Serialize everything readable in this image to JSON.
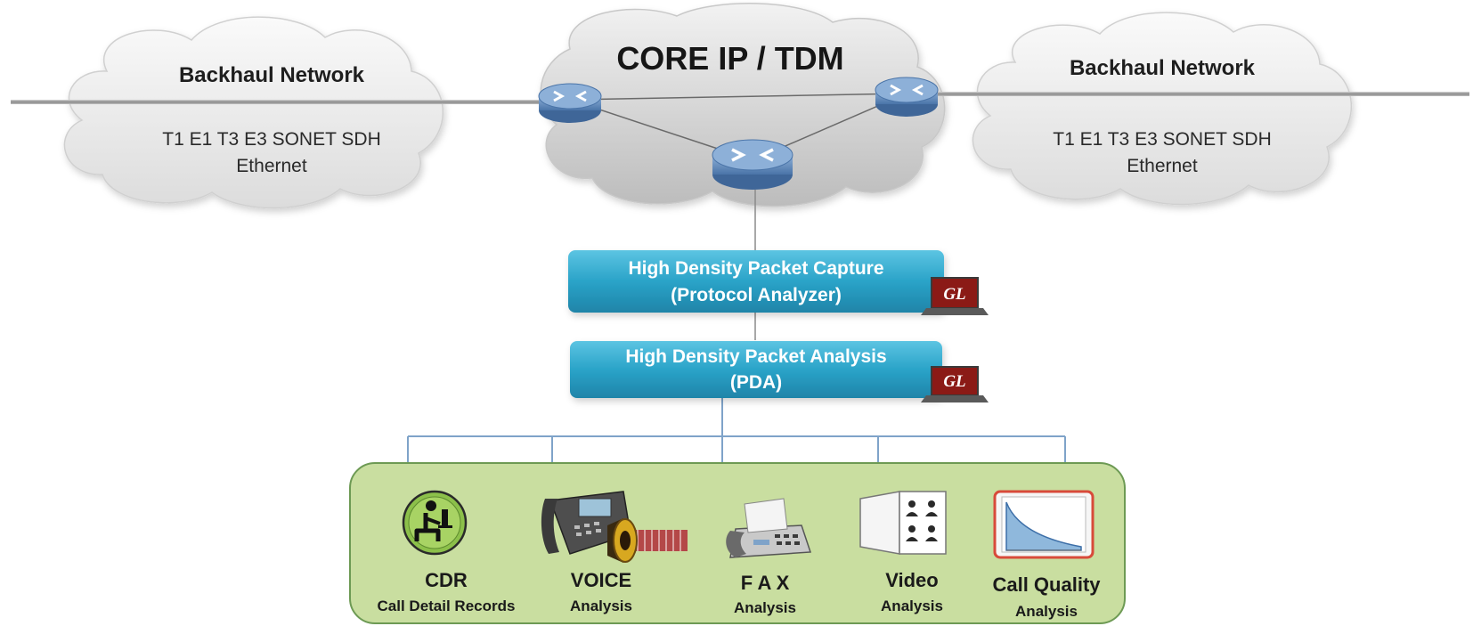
{
  "left_cloud": {
    "title": "Backhaul Network",
    "line1": "T1 E1 T3 E3 SONET SDH",
    "line2": "Ethernet"
  },
  "right_cloud": {
    "title": "Backhaul Network",
    "line1": "T1 E1 T3 E3 SONET SDH",
    "line2": "Ethernet"
  },
  "core_cloud": {
    "title": "CORE  IP / TDM"
  },
  "capture_box": {
    "line1": "High Density  Packet Capture",
    "line2": "(Protocol Analyzer)",
    "badge": "GL"
  },
  "analysis_box": {
    "line1": "High Density  Packet Analysis",
    "line2": "(PDA)",
    "badge": "GL"
  },
  "analysis_items": [
    {
      "title": "CDR",
      "subtitle": "Call Detail Records",
      "icon": "cdr-user-icon"
    },
    {
      "title": "VOICE",
      "subtitle": "Analysis",
      "icon": "phone-speaker-icon"
    },
    {
      "title": "F A X",
      "subtitle": "Analysis",
      "icon": "fax-machine-icon"
    },
    {
      "title": "Video",
      "subtitle": "Analysis",
      "icon": "video-grid-icon"
    },
    {
      "title": "Call Quality",
      "subtitle": "Analysis",
      "icon": "quality-chart-icon"
    }
  ],
  "colors": {
    "box_blue": "#2aa3c8",
    "panel_green": "#c9dea0",
    "panel_border": "#6d9a54",
    "connector": "#7fa3c9",
    "router_blue": "#5c86b8"
  }
}
